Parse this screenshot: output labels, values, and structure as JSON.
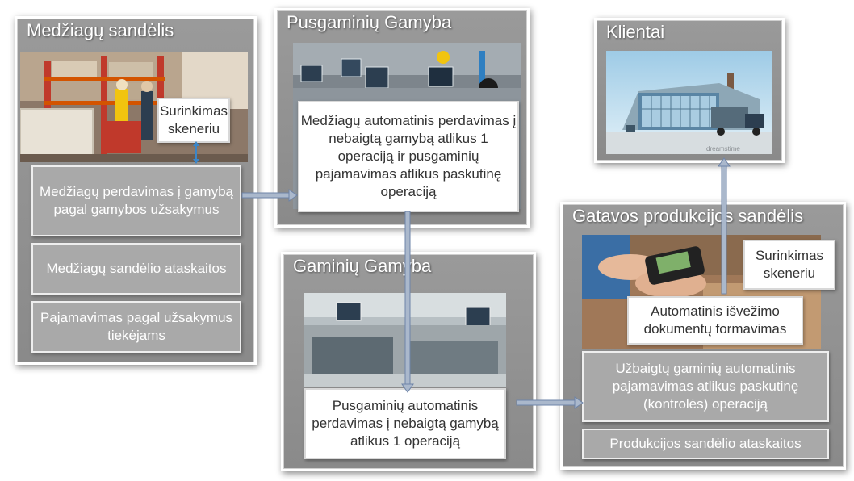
{
  "panels": {
    "materials_warehouse": {
      "title": "Medžiagų sandėlis",
      "scanner_label": "Surinkimas skeneriu",
      "boxes": [
        "Medžiagų perdavimas į gamybą pagal gamybos užsakymus",
        "Medžiagų sandėlio ataskaitos",
        "Pajamavimas pagal užsakymus tiekėjams"
      ]
    },
    "semi_production": {
      "title": "Pusgaminių Gamyba",
      "box": "Medžiagų  automatinis perdavimas į nebaigtą gamybą atlikus 1 operaciją ir pusgaminių pajamavimas atlikus paskutinę operaciją"
    },
    "product_production": {
      "title": "Gaminių Gamyba",
      "box": "Pusgaminių  automatinis perdavimas į nebaigtą gamybą atlikus 1 operaciją"
    },
    "clients": {
      "title": "Klientai",
      "watermark": "dreamstime"
    },
    "finished_warehouse": {
      "title": "Gatavos produkcijos sandėlis",
      "scanner_label": "Surinkimas skeneriu",
      "boxes": [
        "Automatinis išvežimo dokumentų formavimas",
        "Užbaigtų gaminių automatinis pajamavimas atlikus paskutinę (kontrolės)  operaciją",
        "Produkcijos sandėlio ataskaitos"
      ]
    }
  },
  "colors": {
    "panel": "#8e8e8e",
    "arrow": "#aab8cc",
    "arrow_border": "#6e84a8"
  }
}
